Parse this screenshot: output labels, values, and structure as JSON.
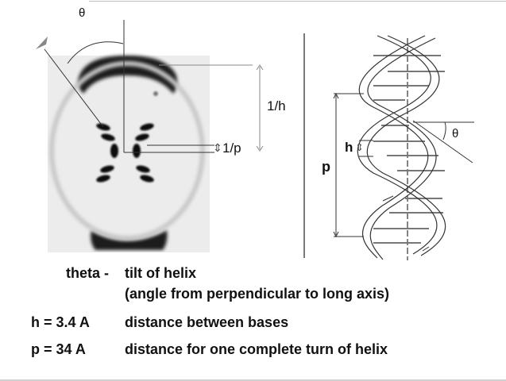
{
  "diffraction": {
    "theta_label": "θ",
    "inv_h_label": "1/h",
    "inv_p_label": "1/p",
    "inv_p_arrow": "⇕"
  },
  "helix": {
    "p_label": "p",
    "h_label": "h",
    "h_arrow": "⇕",
    "theta_label": "θ"
  },
  "legend": {
    "rows": [
      {
        "term": "theta -",
        "desc": "tilt of helix"
      },
      {
        "term": "",
        "desc": "(angle from perpendicular to long axis)"
      },
      {
        "term": "h = 3.4 A",
        "desc": "distance between bases"
      },
      {
        "term": "p = 34 A",
        "desc": "distance for one complete turn of helix"
      }
    ]
  }
}
